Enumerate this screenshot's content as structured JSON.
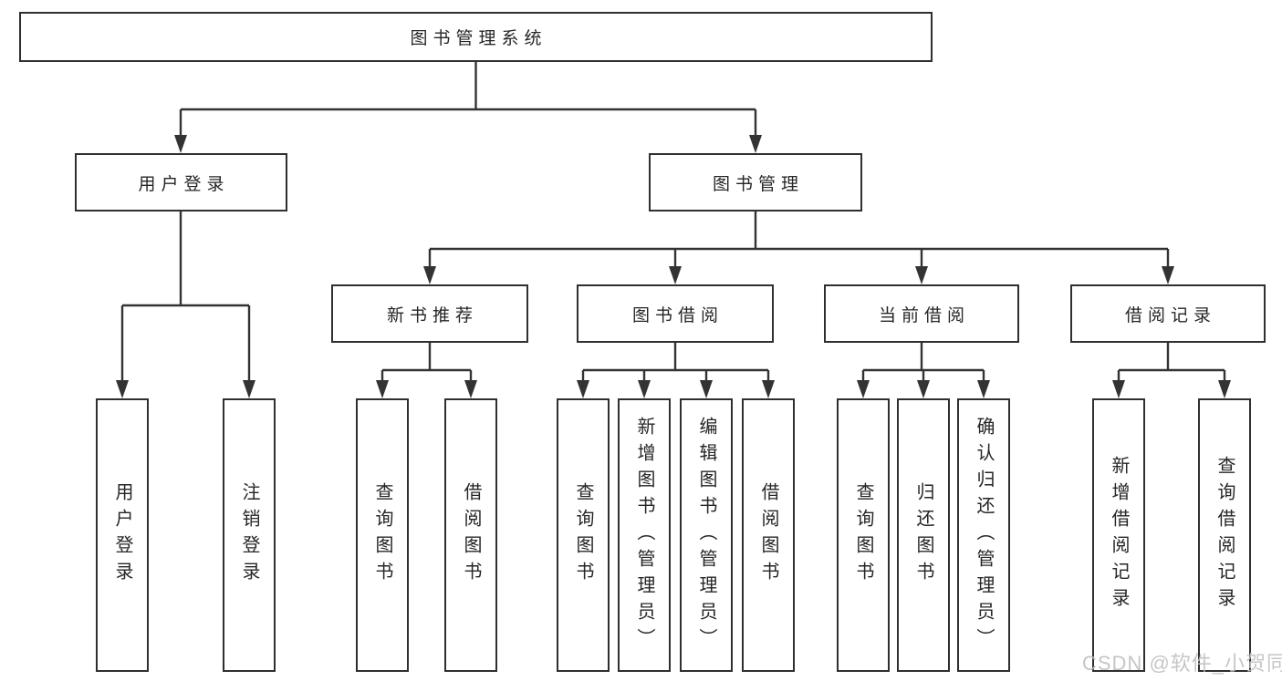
{
  "tree": {
    "root": {
      "label": "图书管理系统"
    },
    "branches": [
      {
        "label": "用户登录",
        "leaves": [
          {
            "label": "用户登录"
          },
          {
            "label": "注销登录"
          }
        ]
      },
      {
        "label": "图书管理",
        "groups": [
          {
            "label": "新书推荐",
            "leaves": [
              {
                "label": "查询图书"
              },
              {
                "label": "借阅图书"
              }
            ]
          },
          {
            "label": "图书借阅",
            "leaves": [
              {
                "label": "查询图书"
              },
              {
                "label": "新增图书（管理员）"
              },
              {
                "label": "编辑图书（管理员）"
              },
              {
                "label": "借阅图书"
              }
            ]
          },
          {
            "label": "当前借阅",
            "leaves": [
              {
                "label": "查询图书"
              },
              {
                "label": "归还图书"
              },
              {
                "label": "确认归还（管理员）"
              }
            ]
          },
          {
            "label": "借阅记录",
            "leaves": [
              {
                "label": "新增借阅记录"
              },
              {
                "label": "查询借阅记录"
              }
            ]
          }
        ]
      }
    ]
  },
  "watermark": {
    "text": "CSDN @软件_小贺同学"
  },
  "colors": {
    "line": "#333333",
    "box_border": "#2f2f2f",
    "text": "#262626",
    "watermark": "#c0c0c0",
    "background": "#ffffff"
  }
}
